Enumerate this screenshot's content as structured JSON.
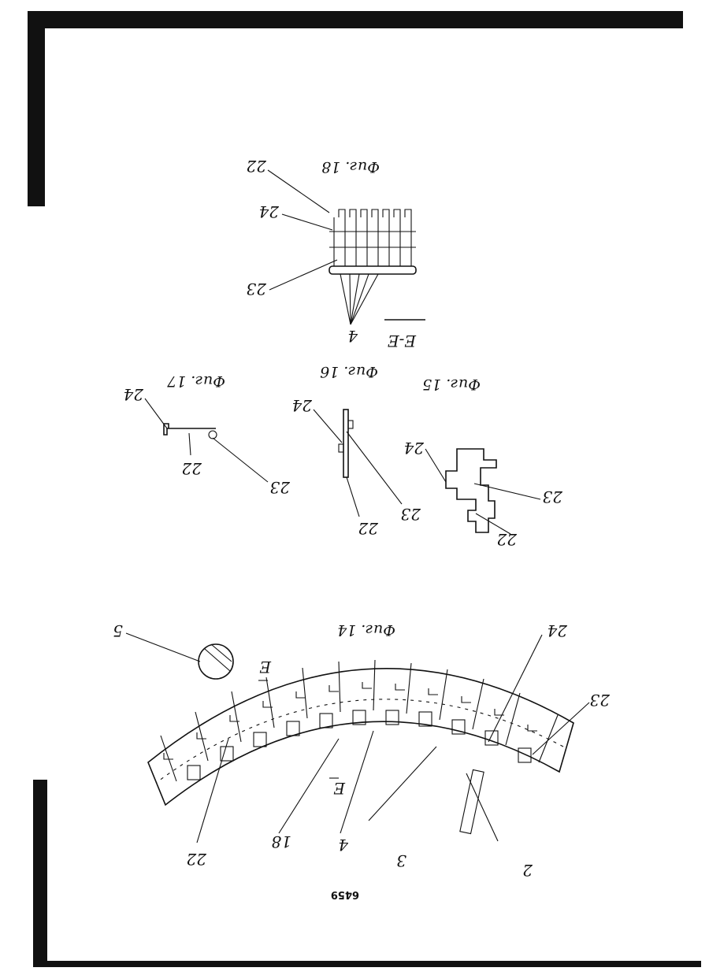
{
  "page_number": "6459",
  "figures": {
    "fig14": {
      "caption": "Фиг. 14",
      "section_marks": [
        "Е",
        "Е"
      ],
      "labels": [
        "5",
        "24",
        "23",
        "18",
        "4",
        "3",
        "22",
        "2"
      ]
    },
    "fig15": {
      "caption": "Фиг. 15",
      "labels": [
        "24",
        "23",
        "22"
      ]
    },
    "fig16": {
      "caption": "Фиг. 16",
      "labels": [
        "24",
        "23",
        "22"
      ]
    },
    "fig17": {
      "caption": "Фиг. 17",
      "labels": [
        "24",
        "22",
        "23"
      ]
    },
    "fig18": {
      "caption": "Фиг. 18",
      "section_title": "Е-Е",
      "labels": [
        "23",
        "24",
        "22",
        "4"
      ]
    }
  }
}
